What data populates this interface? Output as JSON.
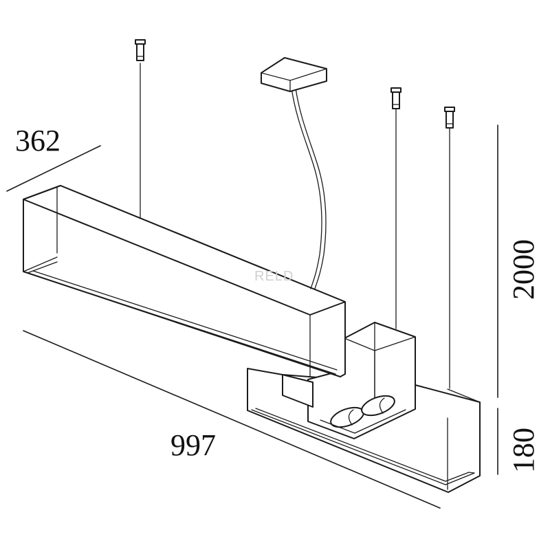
{
  "dimensions": {
    "depth": "362",
    "length": "997",
    "suspension_height": "2000",
    "luminaire_height": "180"
  },
  "watermark": "RELD",
  "colors": {
    "line": "#1a1a1a",
    "background": "#ffffff",
    "watermark": "#d0d0d0"
  }
}
